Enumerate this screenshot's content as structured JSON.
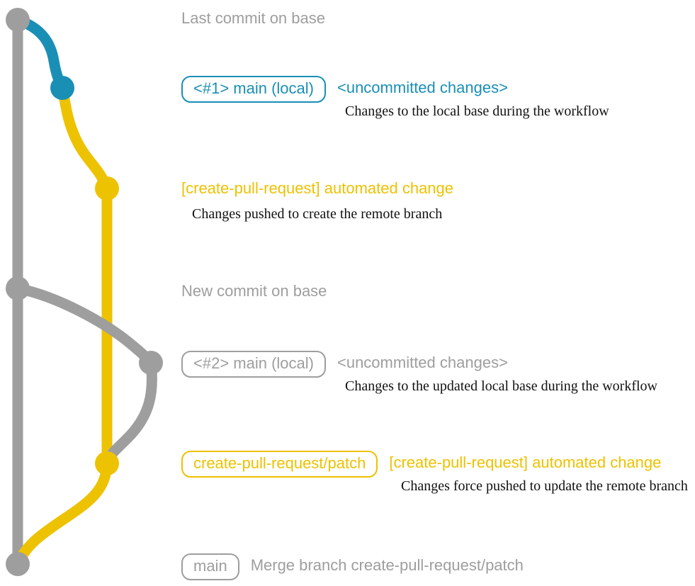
{
  "diagram": {
    "title": "git branch graph",
    "colors": {
      "base_gray": "#9e9e9e",
      "local_blue": "#1a8fb5",
      "remote_yellow": "#edc200",
      "note_black": "#111111",
      "background": "#ffffff"
    }
  },
  "commits": [
    {
      "id": "c1",
      "node_color": "#9e9e9e",
      "lane": "base",
      "headline": "Last commit on base",
      "headline_color": "#9e9e9e",
      "badge": null,
      "note": null
    },
    {
      "id": "c2",
      "node_color": "#1a8fb5",
      "lane": "local",
      "badge": "<#1> main (local)",
      "badge_color": "#1a8fb5",
      "subject": "<uncommitted changes>",
      "subject_color": "#1a8fb5",
      "note": "Changes to the local base during the workflow"
    },
    {
      "id": "c3",
      "node_color": "#edc200",
      "lane": "remote",
      "badge": null,
      "headline": "[create-pull-request] automated change",
      "headline_color": "#edc200",
      "note": "Changes pushed to create the remote branch"
    },
    {
      "id": "c4",
      "node_color": "#9e9e9e",
      "lane": "base",
      "headline": "New commit on base",
      "headline_color": "#9e9e9e",
      "badge": null,
      "note": null
    },
    {
      "id": "c5",
      "node_color": "#9e9e9e",
      "lane": "local2",
      "badge": "<#2> main (local)",
      "badge_color": "#9e9e9e",
      "subject": "<uncommitted changes>",
      "subject_color": "#9e9e9e",
      "note": "Changes to the updated local base during the workflow"
    },
    {
      "id": "c6",
      "node_color": "#edc200",
      "lane": "remote",
      "badge": "create-pull-request/patch",
      "badge_color": "#edc200",
      "subject": "[create-pull-request] automated change",
      "subject_color": "#edc200",
      "note": "Changes force pushed to update the remote branch"
    },
    {
      "id": "c7",
      "node_color": "#9e9e9e",
      "lane": "base",
      "badge": "main",
      "badge_color": "#9e9e9e",
      "subject": "Merge branch create-pull-request/patch",
      "subject_color": "#9e9e9e",
      "note": null
    }
  ]
}
